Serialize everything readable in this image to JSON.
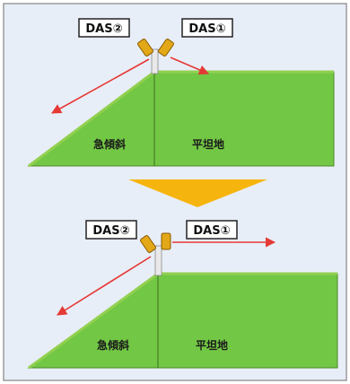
{
  "colors": {
    "frame_bg": "#e8eef8",
    "frame_border": "#9a9a9a",
    "field_fill": "#72c744",
    "field_top": "#92d050",
    "field_stroke": "#4f8a2a",
    "sensor_body": "#e2a817",
    "sensor_stroke": "#8a5a00",
    "pole": "#e9e9e9",
    "arrow_red": "#e53935",
    "down_arrow": "#f6b40e"
  },
  "top_diagram": {
    "das2_label": "DAS②",
    "das1_label": "DAS①",
    "slope_label": "急傾斜",
    "flat_label": "平坦地"
  },
  "bottom_diagram": {
    "das2_label": "DAS②",
    "das1_label": "DAS①",
    "slope_label": "急傾斜",
    "flat_label": "平坦地"
  }
}
